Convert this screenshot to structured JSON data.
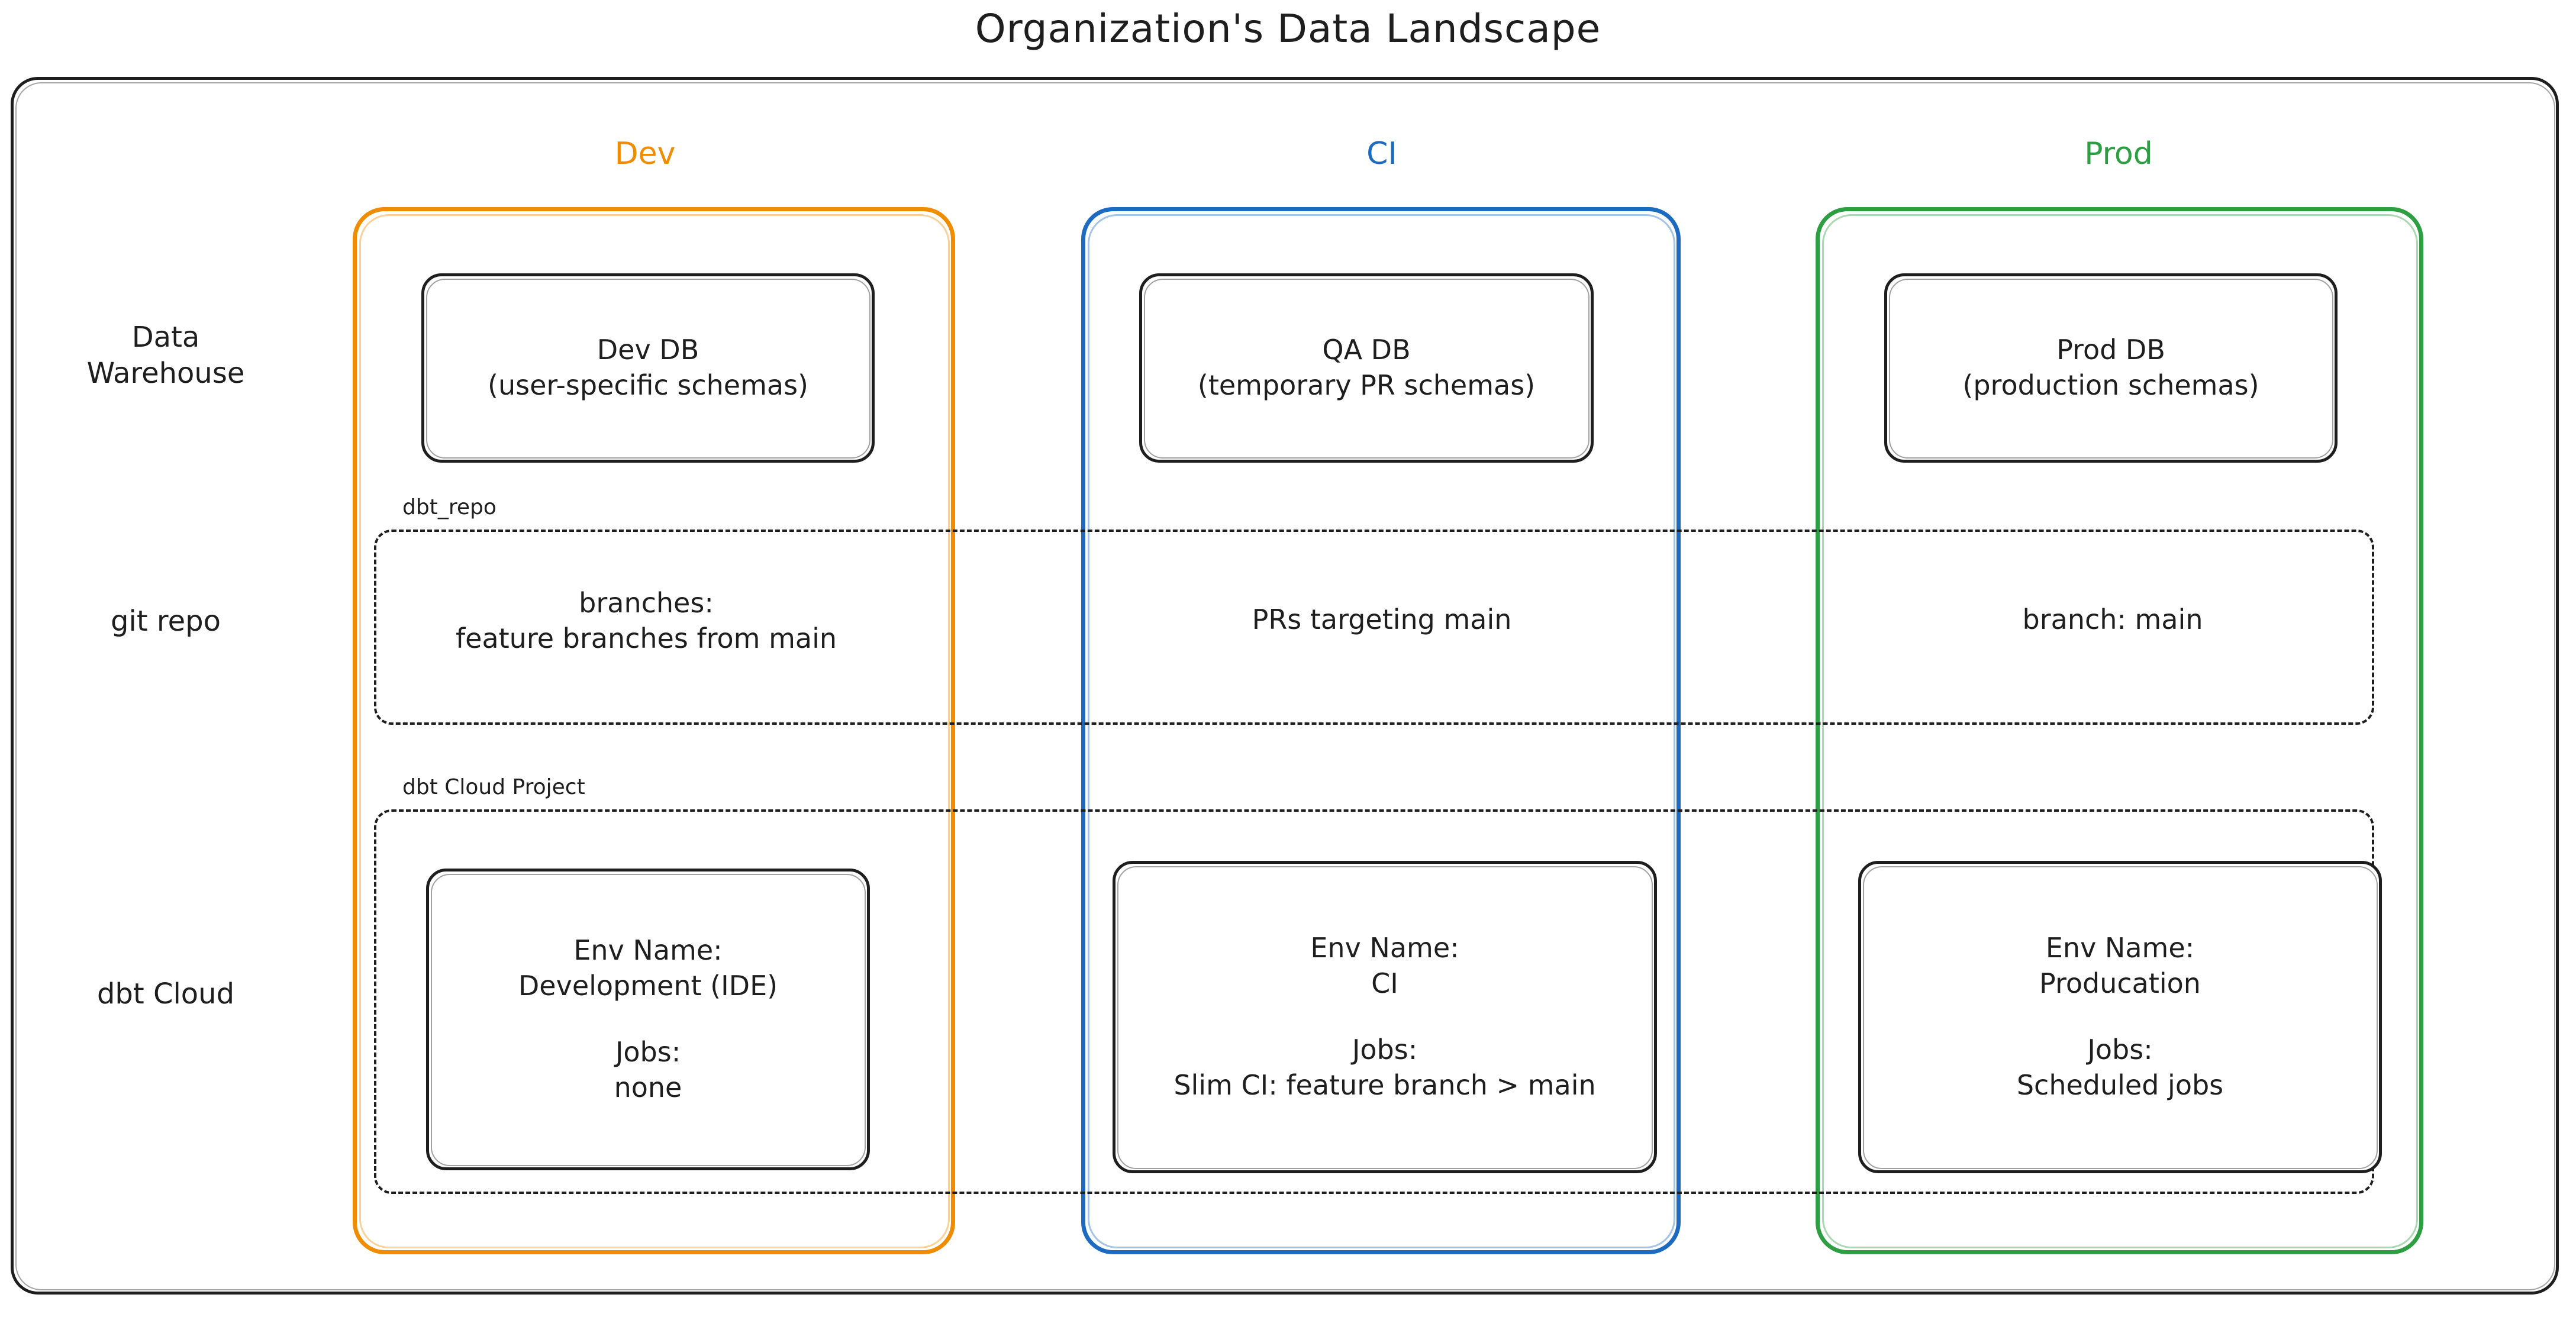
{
  "title": "Organization's Data Landscape",
  "colors": {
    "dev": "#F08C00",
    "ci": "#1C6BC0",
    "prod": "#2E9E42",
    "ink": "#1E1E1E",
    "background": "#FFFFFF"
  },
  "columns": [
    {
      "key": "dev",
      "label": "Dev",
      "color": "#F08C00"
    },
    {
      "key": "ci",
      "label": "CI",
      "color": "#1C6BC0"
    },
    {
      "key": "prod",
      "label": "Prod",
      "color": "#2E9E42"
    }
  ],
  "row_labels": {
    "warehouse": {
      "line1": "Data",
      "line2": "Warehouse"
    },
    "git": {
      "line1": "git repo"
    },
    "dbt_cloud": {
      "line1": "dbt Cloud"
    }
  },
  "bands": {
    "repo": {
      "label": "dbt_repo"
    },
    "cloud": {
      "label": "dbt Cloud Project"
    }
  },
  "warehouse_row": {
    "dev": {
      "line1": "Dev DB",
      "line2": "(user-specific schemas)"
    },
    "ci": {
      "line1": "QA DB",
      "line2": "(temporary PR schemas)"
    },
    "prod": {
      "line1": "Prod DB",
      "line2": "(production schemas)"
    }
  },
  "git_row": {
    "dev": {
      "line1": "branches:",
      "line2": "feature branches from main"
    },
    "ci": {
      "line1": "PRs targeting main",
      "line2": ""
    },
    "prod": {
      "line1": "branch: main",
      "line2": ""
    }
  },
  "dbt_cloud_row": {
    "dev": {
      "env_label": "Env Name:",
      "env_value": "Development (IDE)",
      "jobs_label": "Jobs:",
      "jobs_value": "none"
    },
    "ci": {
      "env_label": "Env Name:",
      "env_value": "CI",
      "jobs_label": "Jobs:",
      "jobs_value": "Slim CI: feature branch > main"
    },
    "prod": {
      "env_label": "Env Name:",
      "env_value": "Producation",
      "jobs_label": "Jobs:",
      "jobs_value": "Scheduled jobs"
    }
  }
}
